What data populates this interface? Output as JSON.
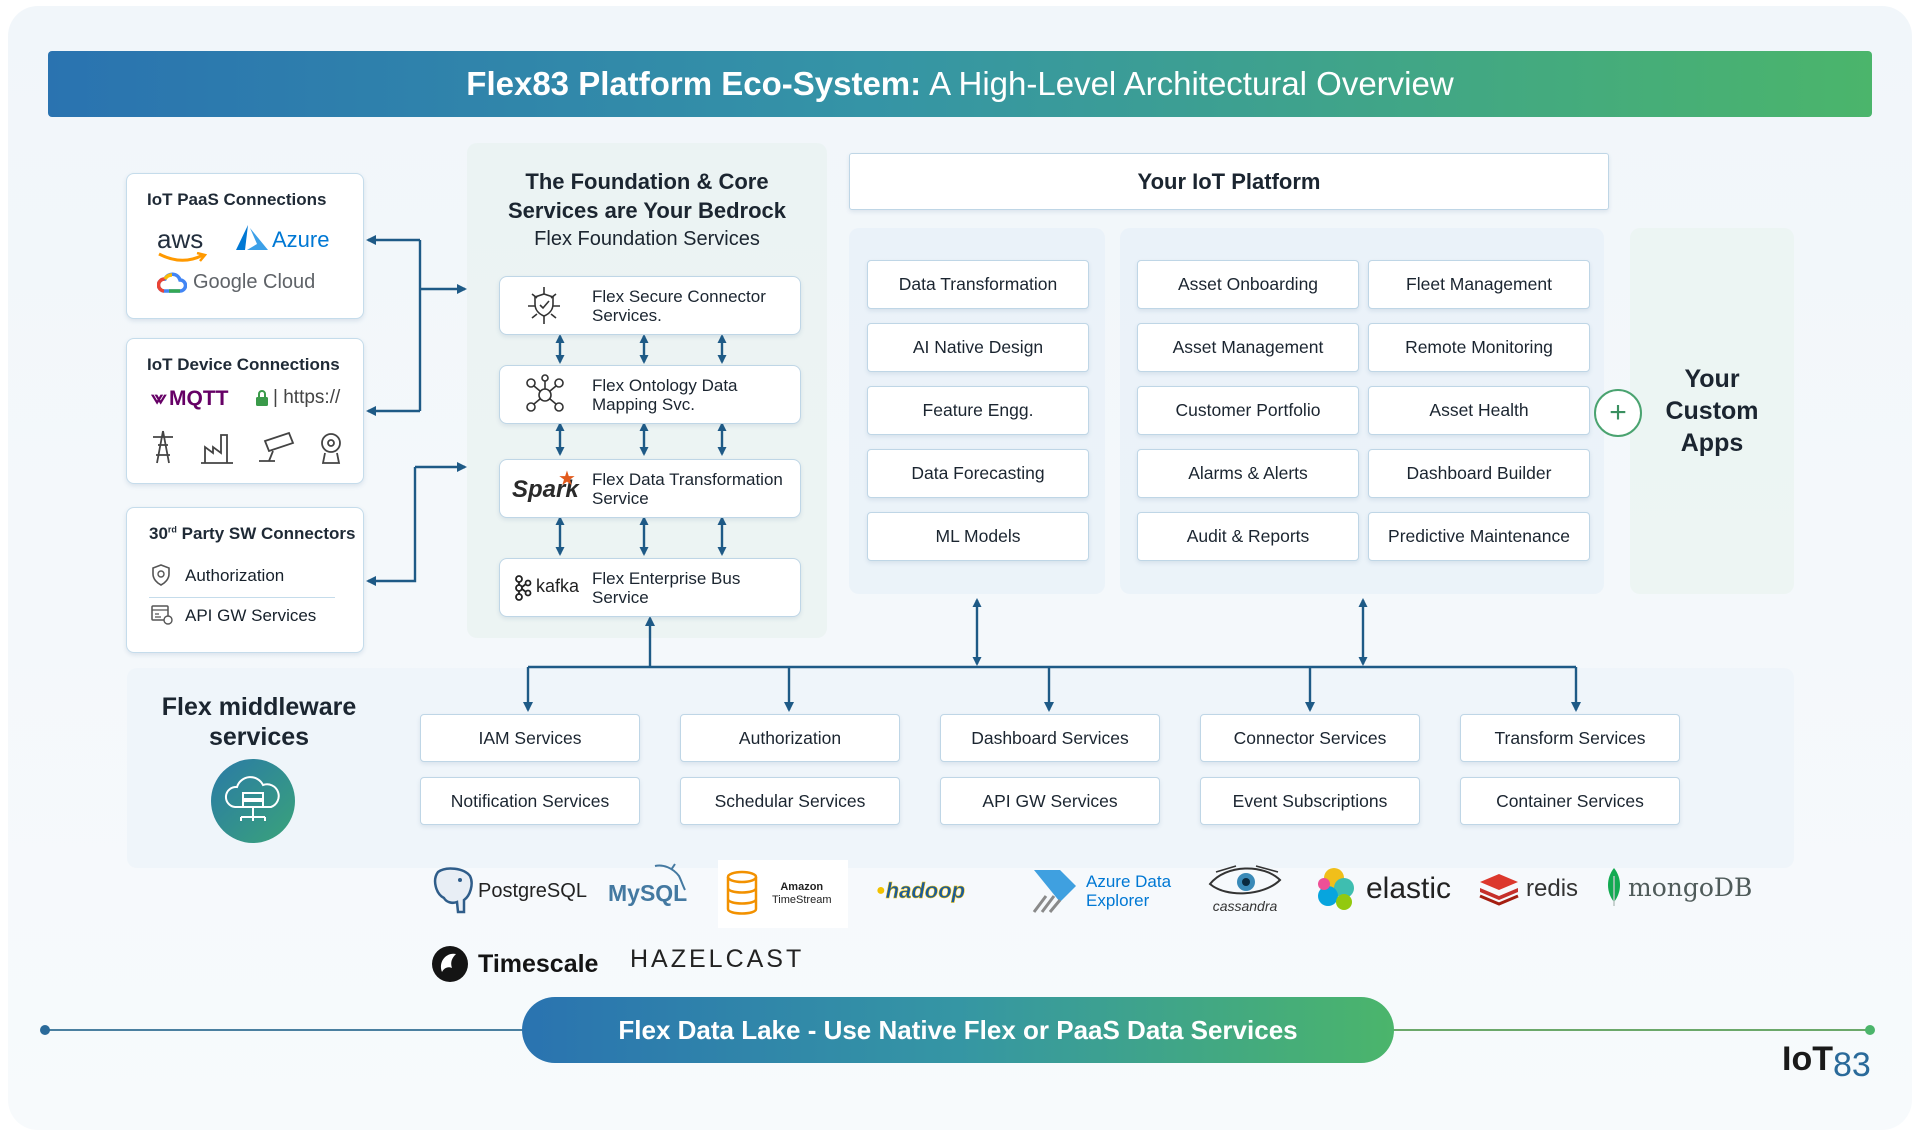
{
  "header": {
    "title_bold": "Flex83 Platform Eco-System:",
    "title_rest": "A High-Level Architectural Overview"
  },
  "left": {
    "paas": {
      "title": "IoT PaaS Connections",
      "logos": [
        "aws",
        "Azure",
        "Google Cloud"
      ]
    },
    "device": {
      "title": "IoT Device Connections",
      "mqtt": "MQTT",
      "https": "https://",
      "icons": [
        "tower-icon",
        "factory-icon",
        "camera-icon",
        "sensor-icon"
      ]
    },
    "thirdparty": {
      "title_pre": "30",
      "title_sup": "rd",
      "title_post": " Party SW Connectors",
      "items": [
        "Authorization",
        "API GW Services"
      ]
    }
  },
  "foundation": {
    "heading1": "The Foundation & Core",
    "heading2": "Services are Your Bedrock",
    "subheading": "Flex Foundation Services",
    "services": [
      {
        "icon": "shield-network-icon",
        "line1": "Flex Secure Connector",
        "line2": "Services."
      },
      {
        "icon": "ontology-icon",
        "line1": "Flex Ontology Data",
        "line2": "Mapping Svc."
      },
      {
        "icon": "spark-logo",
        "logo_text": "Spark",
        "line1": "Flex Data Transformation",
        "line2": "Service"
      },
      {
        "icon": "kafka-logo",
        "logo_text": "kafka",
        "line1": "Flex Enterprise Bus",
        "line2": "Service"
      }
    ]
  },
  "platform": {
    "title": "Your IoT Platform",
    "col1": [
      "Data Transformation",
      "AI Native Design",
      "Feature Engg.",
      "Data Forecasting",
      "ML Models"
    ],
    "col2": [
      "Asset Onboarding",
      "Asset Management",
      "Customer Portfolio",
      "Alarms & Alerts",
      "Audit & Reports"
    ],
    "col3": [
      "Fleet Management",
      "Remote Monitoring",
      "Asset Health",
      "Dashboard Builder",
      "Predictive Maintenance"
    ],
    "plus": "+",
    "custom_apps": [
      "Your",
      "Custom",
      "Apps"
    ]
  },
  "middleware": {
    "title_line1": "Flex middleware",
    "title_line2": "services",
    "row1": [
      "IAM Services",
      "Authorization",
      "Dashboard Services",
      "Connector Services",
      "Transform Services"
    ],
    "row2": [
      "Notification Services",
      "Schedular Services",
      "API GW Services",
      "Event Subscriptions",
      "Container Services"
    ]
  },
  "datastores": {
    "row1": [
      "PostgreSQL",
      "MySQL",
      "Amazon",
      "TimeStream",
      "hadoop",
      "Azure Data",
      "Explorer",
      "cassandra",
      "elastic",
      "redis",
      "mongoDB"
    ],
    "row2": [
      "Timescale",
      "HAZELCAST"
    ]
  },
  "footer": {
    "datalake": "Flex Data Lake - Use Native Flex or PaaS Data Services",
    "brand_main": "IoT",
    "brand_sub": "83"
  },
  "colors": {
    "banner_start": "#2a73b0",
    "banner_end": "#4bb56b",
    "line": "#1e5a86",
    "mqtt": "#660066",
    "azure": "#0078d4"
  }
}
